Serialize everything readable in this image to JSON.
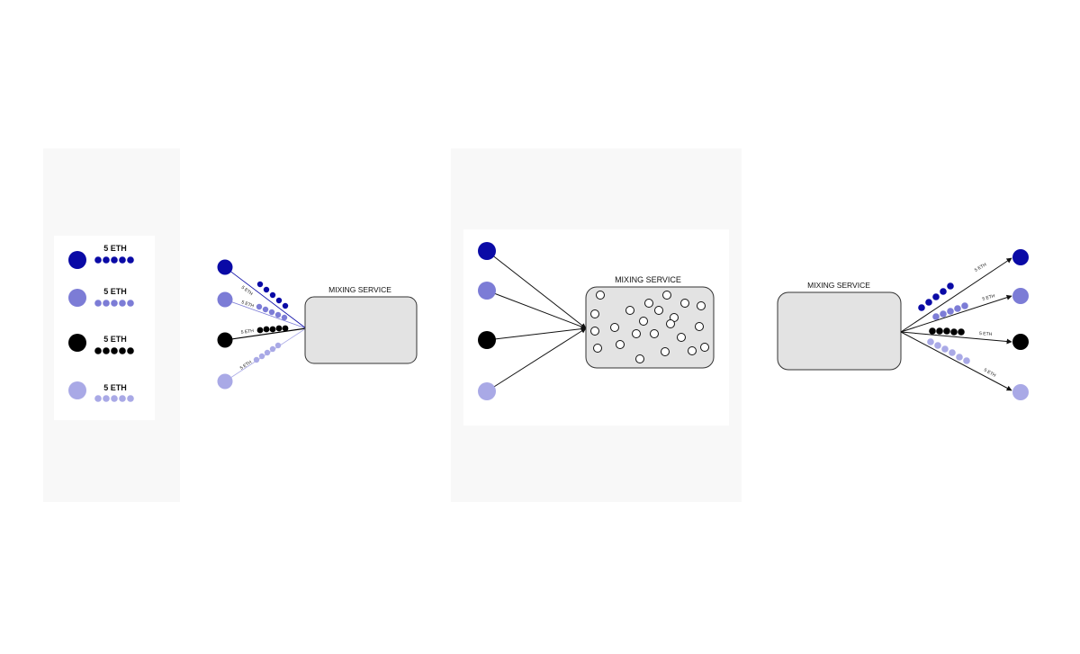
{
  "colors": {
    "user_1": "#0a0aa6",
    "user_2": "#7c7cd6",
    "user_3": "#000000",
    "user_4": "#a9a9e6",
    "box_fill": "#e3e3e3",
    "box_stroke": "#333333",
    "panel_bg": "#f8f8f8",
    "card_bg": "#ffffff"
  },
  "legend": {
    "items": [
      {
        "color_key": "user_1",
        "label": "5 ETH",
        "coins": 5
      },
      {
        "color_key": "user_2",
        "label": "5 ETH",
        "coins": 5
      },
      {
        "color_key": "user_3",
        "label": "5 ETH",
        "coins": 5
      },
      {
        "color_key": "user_4",
        "label": "5 ETH",
        "coins": 5
      }
    ]
  },
  "deposit": {
    "title": "MIXING SERVICE",
    "flows": [
      {
        "color_key": "user_1",
        "label": "5 ETH"
      },
      {
        "color_key": "user_2",
        "label": "5 ETH"
      },
      {
        "color_key": "user_3",
        "label": "5 ETH"
      },
      {
        "color_key": "user_4",
        "label": "5 ETH"
      }
    ]
  },
  "mixing": {
    "title": "MIXING SERVICE",
    "sources": [
      "user_1",
      "user_2",
      "user_3",
      "user_4"
    ],
    "pool_coin_count": 23
  },
  "withdraw": {
    "title": "MIXING SERVICE",
    "flows": [
      {
        "color_key": "user_1",
        "label": "5 ETH"
      },
      {
        "color_key": "user_2",
        "label": "5 ETH"
      },
      {
        "color_key": "user_3",
        "label": "5 ETH"
      },
      {
        "color_key": "user_4",
        "label": "5 ETH"
      }
    ]
  }
}
